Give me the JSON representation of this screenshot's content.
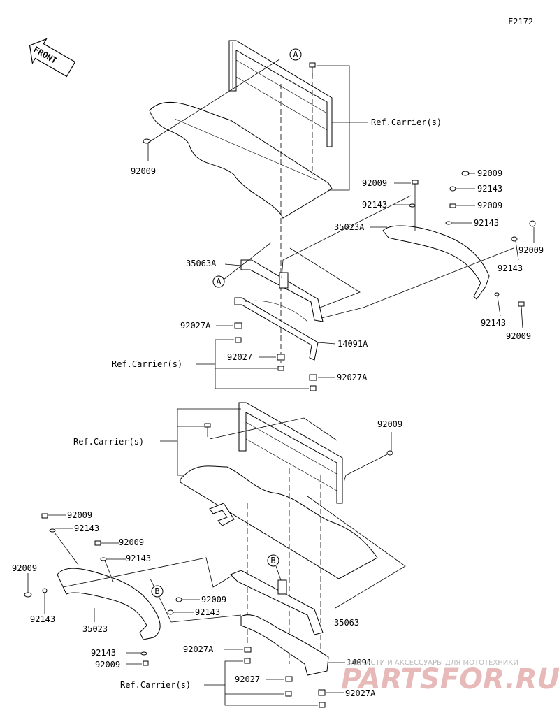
{
  "figure_code": "F2172",
  "front_label": "FRONT",
  "refs": {
    "a": "A",
    "b": "B"
  },
  "labels": {
    "p92009": "92009",
    "p92143": "92143",
    "p35023A": "35023A",
    "p35023": "35023",
    "p35063A": "35063A",
    "p35063": "35063",
    "p14091A": "14091A",
    "p14091": "14091",
    "p92027": "92027",
    "p92027A": "92027A",
    "ref_carrier": "Ref.Carrier(s)"
  },
  "watermark": {
    "tagline": "ЗАПЧАСТИ И АКСЕССУАРЫ ДЛЯ МОТОТЕХНИКИ",
    "brand": "PARTSFOR.RU",
    "color": "#d08080"
  }
}
